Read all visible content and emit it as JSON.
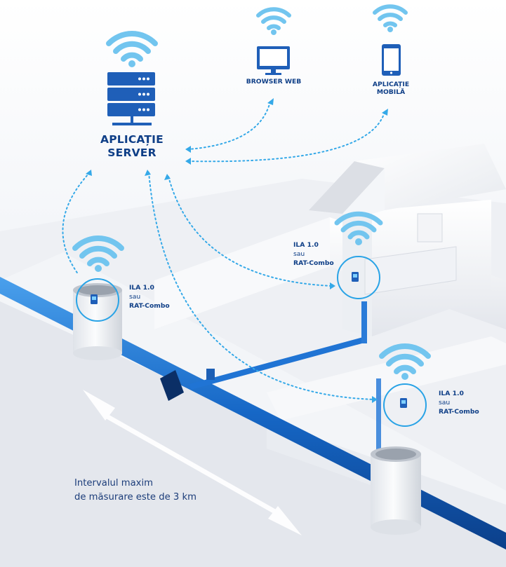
{
  "server": {
    "line1": "APLICAȚIE",
    "line2": "SERVER"
  },
  "browser": {
    "label": "BROWSER WEB"
  },
  "mobile": {
    "line1": "APLICAȚIE",
    "line2": "MOBILĂ"
  },
  "devices": [
    {
      "name": "ILA 1.0",
      "or": "sau",
      "alt": "RAT-Combo"
    },
    {
      "name": "ILA 1.0",
      "or": "sau",
      "alt": "RAT-Combo"
    },
    {
      "name": "ILA 1.0",
      "or": "sau",
      "alt": "RAT-Combo"
    }
  ],
  "note": {
    "line1": "Intervalul maxim",
    "line2": "de măsurare este de 3 km"
  },
  "colors": {
    "brand": "#0f3f87",
    "accent": "#1e88d8",
    "wifi": "#6fc3ee",
    "pipe": "#1667c6"
  },
  "icons": [
    "wifi-icon",
    "server-icon",
    "monitor-icon",
    "smartphone-icon",
    "house-icon",
    "manhole-icon",
    "water-pipe-icon"
  ]
}
